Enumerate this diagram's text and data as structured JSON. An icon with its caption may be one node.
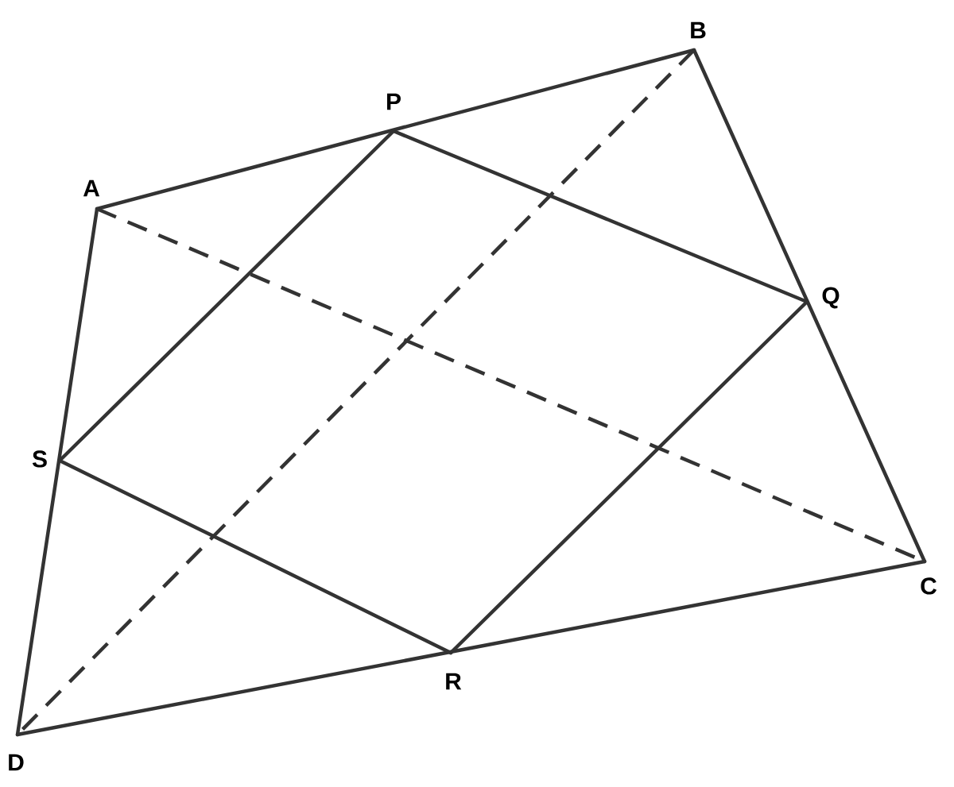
{
  "diagram": {
    "nodes": [
      {
        "text": [
          "A"
        ]
      },
      {
        "text": [
          "B"
        ]
      },
      {
        "text": [
          "C"
        ]
      },
      {
        "text": [
          "D"
        ]
      },
      {
        "text": [
          "P"
        ]
      },
      {
        "text": [
          "Q"
        ]
      },
      {
        "text": [
          "R"
        ]
      },
      {
        "text": [
          "S"
        ]
      }
    ],
    "edges": [
      {
        "from": 0,
        "to": 1,
        "arrow": "none"
      },
      {
        "from": 1,
        "to": 2,
        "arrow": "none"
      },
      {
        "from": 2,
        "to": 3,
        "arrow": "none"
      },
      {
        "from": 3,
        "to": 0,
        "arrow": "none"
      },
      {
        "from": 4,
        "to": 5,
        "arrow": "none"
      },
      {
        "from": 5,
        "to": 6,
        "arrow": "none"
      },
      {
        "from": 6,
        "to": 7,
        "arrow": "none"
      },
      {
        "from": 7,
        "to": 4,
        "arrow": "none"
      },
      {
        "from": 0,
        "to": 2,
        "arrow": "none",
        "style": "dashed"
      },
      {
        "from": 1,
        "to": 3,
        "arrow": "none",
        "style": "dashed"
      }
    ]
  }
}
